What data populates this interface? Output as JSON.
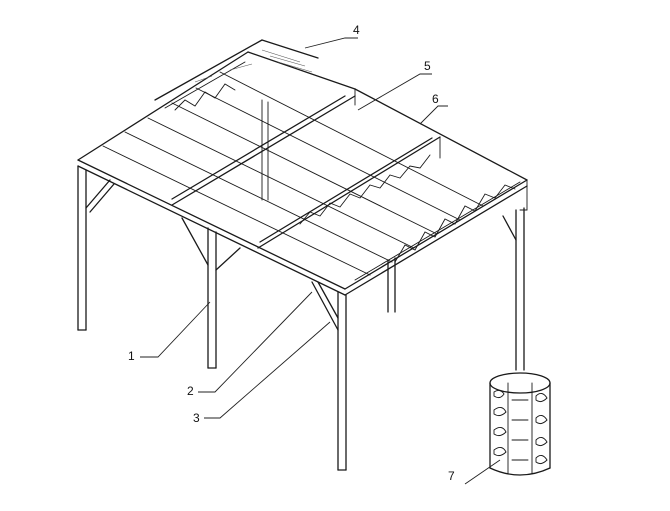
{
  "labels": [
    {
      "id": "1",
      "text": "1"
    },
    {
      "id": "2",
      "text": "2"
    },
    {
      "id": "3",
      "text": "3"
    },
    {
      "id": "4",
      "text": "4"
    },
    {
      "id": "5",
      "text": "5"
    },
    {
      "id": "6",
      "text": "6"
    },
    {
      "id": "7",
      "text": "7"
    }
  ],
  "colors": {
    "line": "#1a1a1a",
    "background": "#ffffff"
  }
}
